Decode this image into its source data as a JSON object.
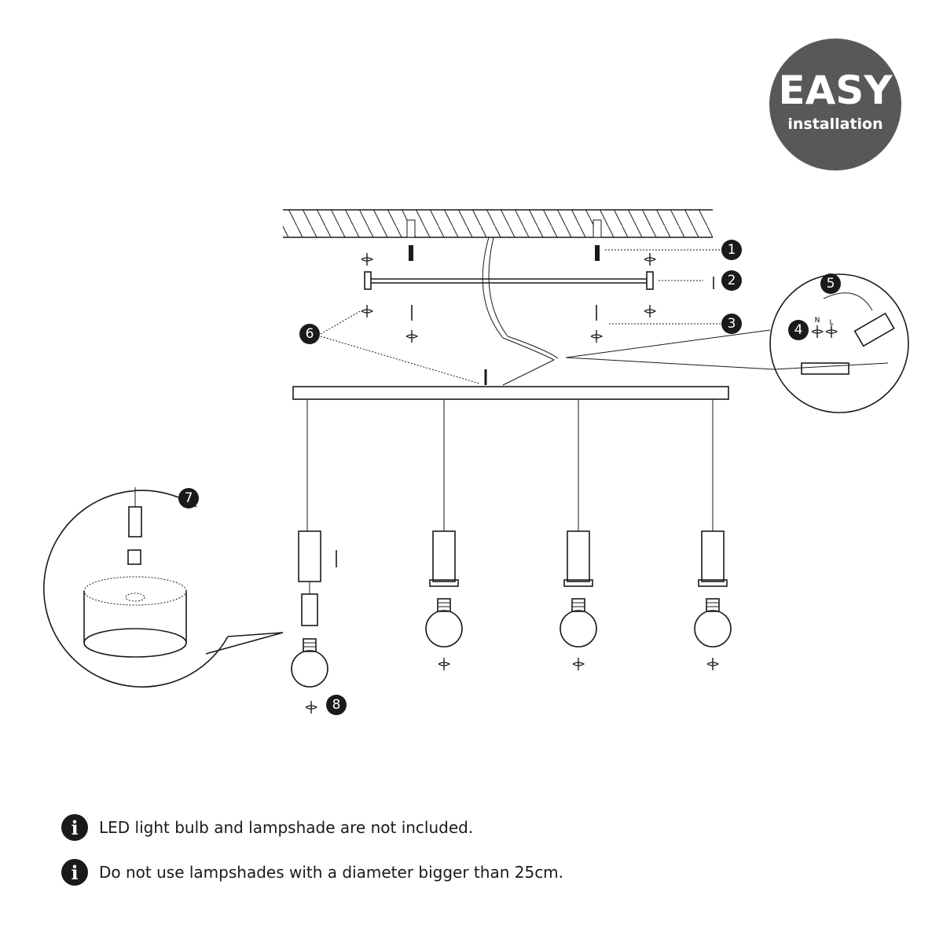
{
  "badge": {
    "title": "EASY",
    "subtitle": "installation"
  },
  "steps": [
    "1",
    "2",
    "3",
    "4",
    "5",
    "6",
    "7",
    "8"
  ],
  "wire_labels": {
    "neutral": "N",
    "live": "L"
  },
  "notes": [
    {
      "icon": "info-icon",
      "symbol": "i",
      "text": "LED light bulb and lampshade are not included."
    },
    {
      "icon": "info-icon",
      "symbol": "i",
      "text": "Do not use lampshades with a diameter bigger than 25cm."
    }
  ]
}
